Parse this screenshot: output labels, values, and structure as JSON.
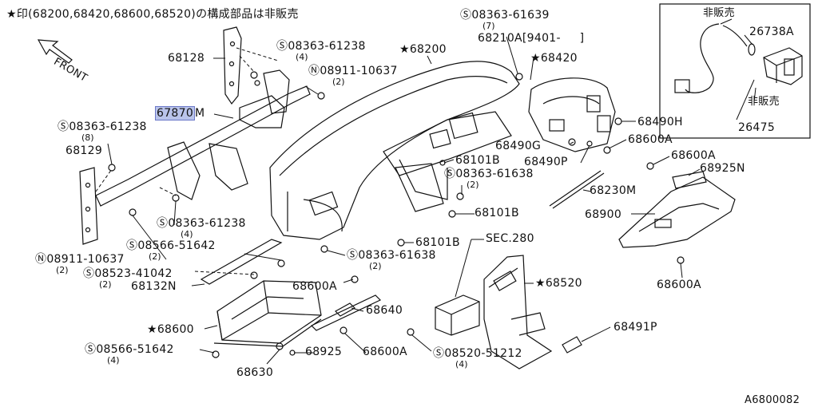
{
  "header": {
    "note": "★印(68200,68420,68600,68520)の構成部品は非販売"
  },
  "front_label": "FRONT",
  "diagram_id": "A6800082",
  "inset": {
    "not_sold_top": "非販売",
    "not_sold_bottom": "非販売",
    "part_a": "26738A",
    "part_b": "26475"
  },
  "parts": {
    "p68128": "68128",
    "p67870": "67870",
    "p67870_suffix": "M",
    "s08363_61238_a": "08363-61238",
    "s08363_61238_a_qty": "(8)",
    "p68129": "68129",
    "s08363_61238_b": "08363-61238",
    "s08363_61238_b_qty": "(4)",
    "n08911_10637_a": "08911-10637",
    "n08911_10637_a_qty": "(2)",
    "s08363_61238_c": "08363-61238",
    "s08363_61238_c_qty": "(4)",
    "s08566_51642_a": "08566-51642",
    "s08566_51642_a_qty": "(2)",
    "n08911_10637_b": "08911-10637",
    "n08911_10637_b_qty": "(2)",
    "s08523_41042": "08523-41042",
    "s08523_41042_qty": "(2)",
    "p68132N": "68132N",
    "p68600_star": "★68600",
    "s08566_51642_b": "08566-51642",
    "s08566_51642_b_qty": "(4)",
    "p68630": "68630",
    "p68925": "68925",
    "p68600A_a": "68600A",
    "p68640": "68640",
    "p68600A_b": "68600A",
    "s08363_61638_a": "08363-61638",
    "s08363_61638_a_qty": "(2)",
    "p68101B_a": "68101B",
    "p68101B_b": "68101B",
    "p68101B_c": "68101B",
    "s08363_61638_b": "08363-61638",
    "s08363_61638_b_qty": "(2)",
    "sec280": "SEC.280",
    "s08520_51212": "08520-51212",
    "s08520_51212_qty": "(4)",
    "p68520_star": "★68520",
    "p68491P": "68491P",
    "p68200_star": "★68200",
    "s08363_61639": "08363-61639",
    "s08363_61639_qty": "(7)",
    "p68210A": "68210A",
    "p68210A_date": "[9401-     ]",
    "p68420_star": "★68420",
    "p68490H": "68490H",
    "p68490G": "68490G",
    "p68600A_c": "68600A",
    "p68490P": "68490P",
    "p68600A_d": "68600A",
    "p68925N": "68925N",
    "p68230M": "68230M",
    "p68900": "68900",
    "p68600A_e": "68600A"
  }
}
